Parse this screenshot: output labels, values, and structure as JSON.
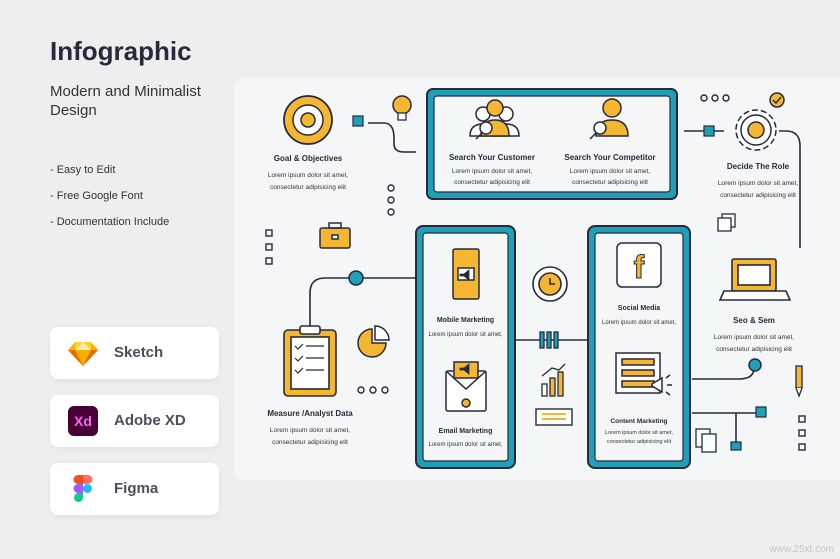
{
  "header": {
    "title": "Infographic",
    "subtitle": "Modern and Minimalist Design"
  },
  "features": [
    "- Easy to Edit",
    "- Free Google Font",
    "- Documentation Include"
  ],
  "tools": [
    {
      "label": "Sketch",
      "icon": "sketch-icon"
    },
    {
      "label": "Adobe XD",
      "icon": "adobe-xd-icon"
    },
    {
      "label": "Figma",
      "icon": "figma-icon"
    }
  ],
  "colors": {
    "accent": "#f5b731",
    "teal": "#1fa0b8",
    "ink": "#262a3a"
  },
  "diagram": {
    "goal": {
      "title": "Goal & Objectives",
      "line1": "Lorem ipsum dolor sit amet,",
      "line2": "consectetur adipisicing elit"
    },
    "search_customer": {
      "title": "Search Your Customer",
      "line1": "Lorem ipsum dolor sit amet,",
      "line2": "consectetur adipisicing elit"
    },
    "search_competitor": {
      "title": "Search Your Competitor",
      "line1": "Lorem ipsum dolor sit amet,",
      "line2": "consectetur adipisicing elit"
    },
    "decide_role": {
      "title": "Decide The Role",
      "line1": "Lorem ipsum dolor sit amet,",
      "line2": "consectetur adipisicing elit"
    },
    "mobile": {
      "title": "Mobile Marketing",
      "line1": "Lorem ipsum dolor sit amet,"
    },
    "email": {
      "title": "Email Marketing",
      "line1": "Lorem ipsum dolor sit amet,"
    },
    "social": {
      "title": "Social Media",
      "line1": "Lorem ipsum dolor sit amet,"
    },
    "content": {
      "title": "Content Marketing",
      "line1": "Lorem ipsum dolor sit amet,",
      "line2": "consectetur adipisicing elit"
    },
    "measure": {
      "title": "Measure /Analyst Data",
      "line1": "Lorem ipsum dolor sit amet,",
      "line2": "consectetur adipisicing elit"
    },
    "seo": {
      "title": "Seo & Sem",
      "line1": "Lorem ipsum dolor sit amet,",
      "line2": "consectetur adipisicing elit"
    }
  },
  "watermark": "www.25xt.com"
}
